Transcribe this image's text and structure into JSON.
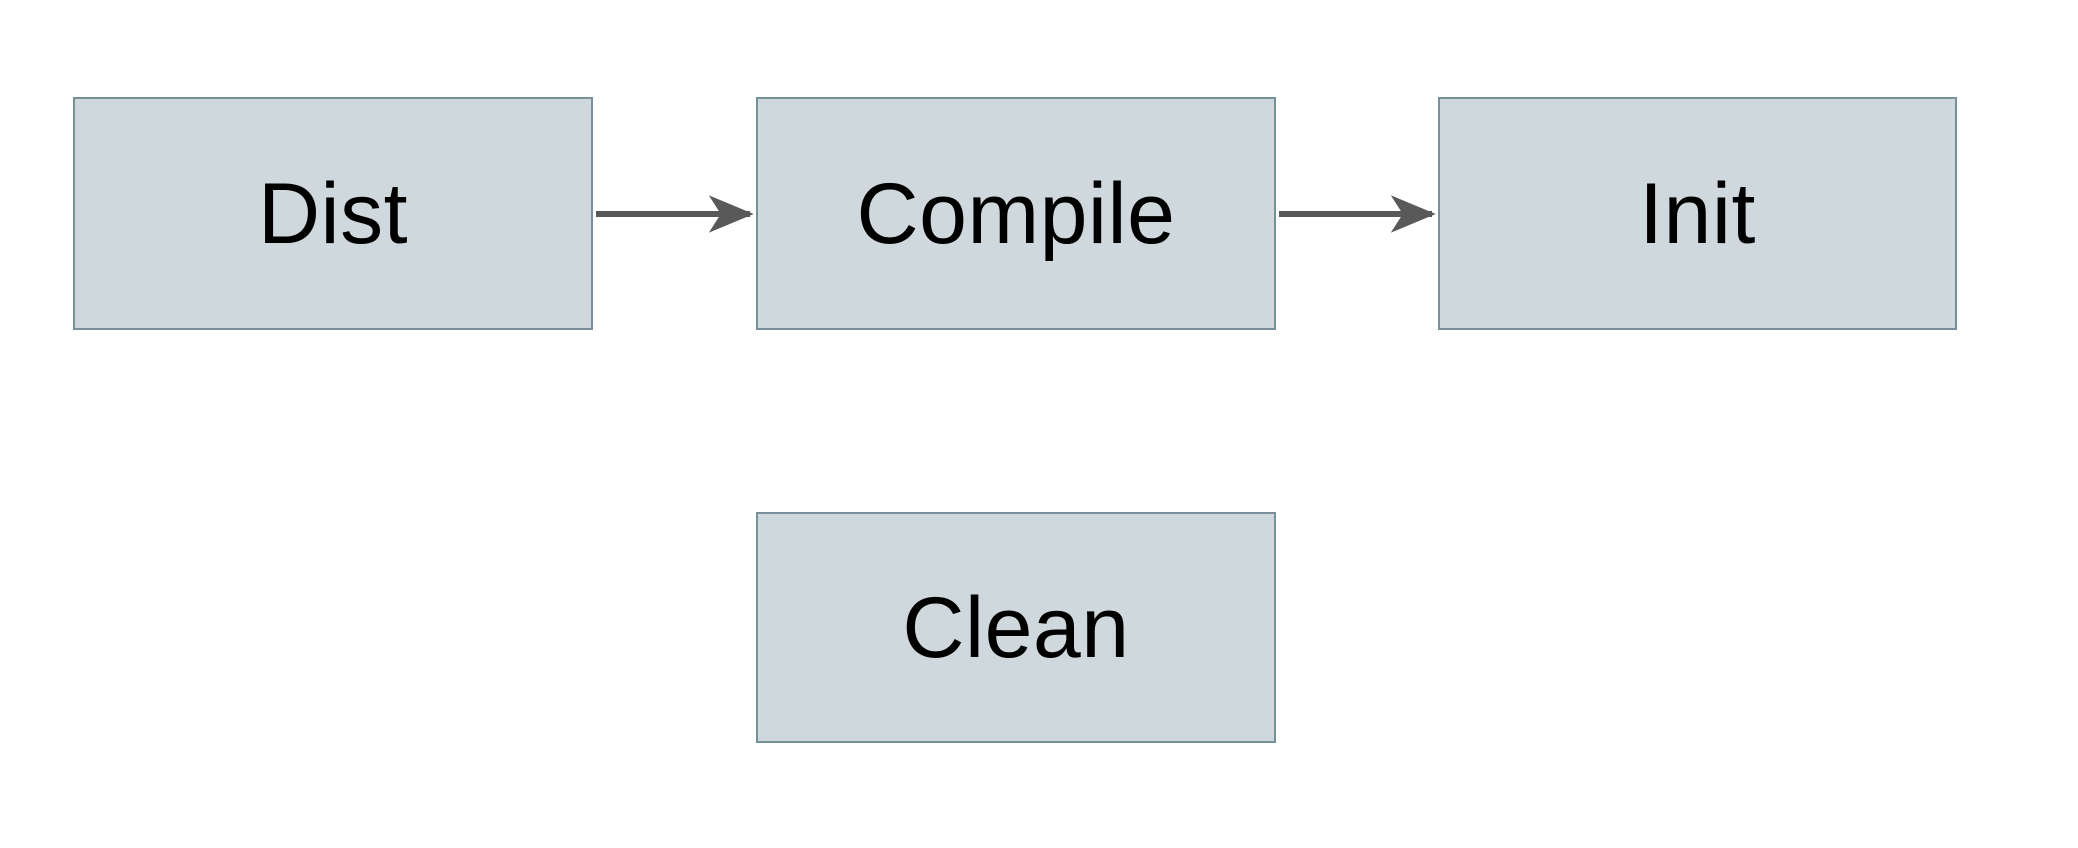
{
  "diagram": {
    "nodes": [
      {
        "id": "dist",
        "label": "Dist"
      },
      {
        "id": "compile",
        "label": "Compile"
      },
      {
        "id": "init",
        "label": "Init"
      },
      {
        "id": "clean",
        "label": "Clean"
      }
    ],
    "edges": [
      {
        "from": "dist",
        "to": "compile"
      },
      {
        "from": "compile",
        "to": "init"
      }
    ]
  },
  "colors": {
    "node-fill": "#cfd8dc",
    "node-border": "#78909c",
    "arrow": "#595959",
    "text": "#000000",
    "background": "#ffffff"
  }
}
